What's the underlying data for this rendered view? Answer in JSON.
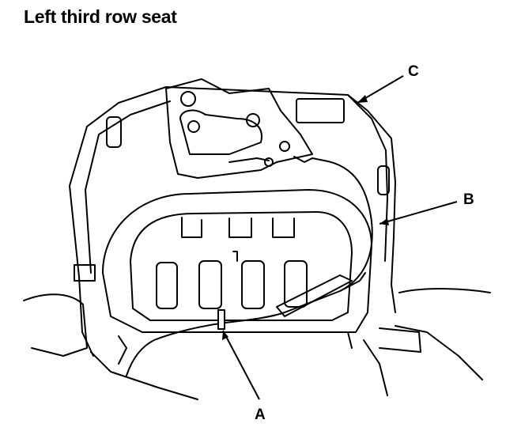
{
  "title": "Left third row seat",
  "callouts": {
    "a": "A",
    "b": "B",
    "c": "C"
  },
  "colors": {
    "ink": "#000000",
    "paper": "#ffffff"
  }
}
